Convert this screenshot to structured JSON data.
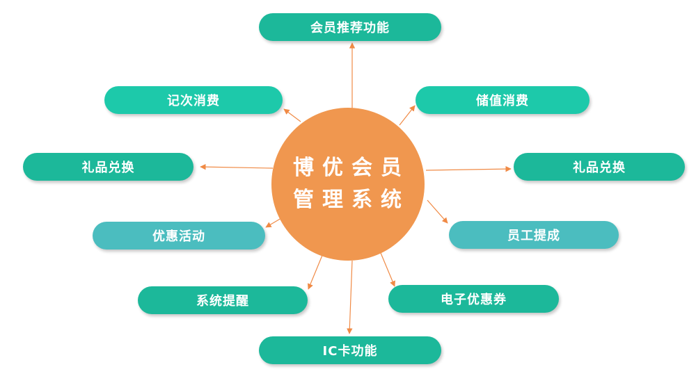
{
  "center": {
    "line1": "博优会员",
    "line2": "管理系统",
    "color": "#F0974F"
  },
  "colors": {
    "primary_green": "#1CB89A",
    "light_green": "#1DC9AA",
    "teal": "#4BBDBF",
    "arrow": "#F08A45"
  },
  "nodes": [
    {
      "id": "member-recommend",
      "label": "会员推荐功能",
      "color": "#1CB89A"
    },
    {
      "id": "count-consume",
      "label": "记次消费",
      "color": "#1DC9AA"
    },
    {
      "id": "stored-consume",
      "label": "储值消费",
      "color": "#1DC9AA"
    },
    {
      "id": "gift-exchange-left",
      "label": "礼品兑换",
      "color": "#1CB89A"
    },
    {
      "id": "gift-exchange-right",
      "label": "礼品兑换",
      "color": "#1CB89A"
    },
    {
      "id": "promo-activity",
      "label": "优惠活动",
      "color": "#4BBDBF"
    },
    {
      "id": "staff-commission",
      "label": "员工提成",
      "color": "#4BBDBF"
    },
    {
      "id": "system-reminder",
      "label": "系统提醒",
      "color": "#1CB89A"
    },
    {
      "id": "e-coupon",
      "label": "电子优惠券",
      "color": "#1CB89A"
    },
    {
      "id": "ic-card",
      "label": "IC卡功能",
      "color": "#1CB89A"
    }
  ]
}
